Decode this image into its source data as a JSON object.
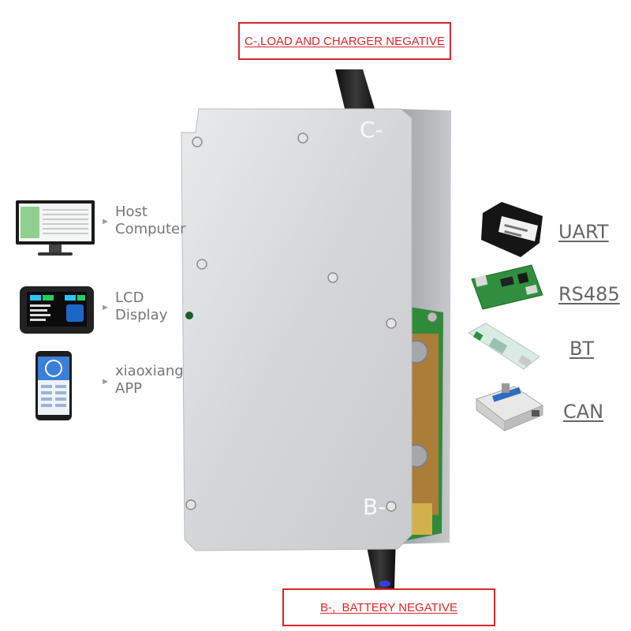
{
  "callouts": {
    "top": "C-,LOAD AND CHARGER NEGATIVE",
    "bottom": "B-,  BATTERY NEGATIVE"
  },
  "board_marks": {
    "c_minus": "C-",
    "b_minus": "B-"
  },
  "left_items": [
    {
      "line1": "Host",
      "line2": "Computer",
      "icon": "monitor-icon"
    },
    {
      "line1": "LCD",
      "line2": "Display",
      "icon": "lcd-display-icon"
    },
    {
      "line1": "xiaoxiang",
      "line2": "APP",
      "icon": "phone-icon"
    }
  ],
  "right_items": [
    {
      "label": "UART",
      "icon": "uart-box-icon"
    },
    {
      "label": "RS485",
      "icon": "rs485-module-icon"
    },
    {
      "label": "BT",
      "icon": "bluetooth-module-icon"
    },
    {
      "label": "CAN",
      "icon": "usb-can-adapter-icon"
    }
  ],
  "colors": {
    "callout_red": "#d8262a",
    "label_gray": "#777777",
    "plate": "#d7d9dc",
    "cable": "#1a1a1a",
    "pcb_green": "#2f8a3a",
    "copper": "#c07a3a"
  }
}
